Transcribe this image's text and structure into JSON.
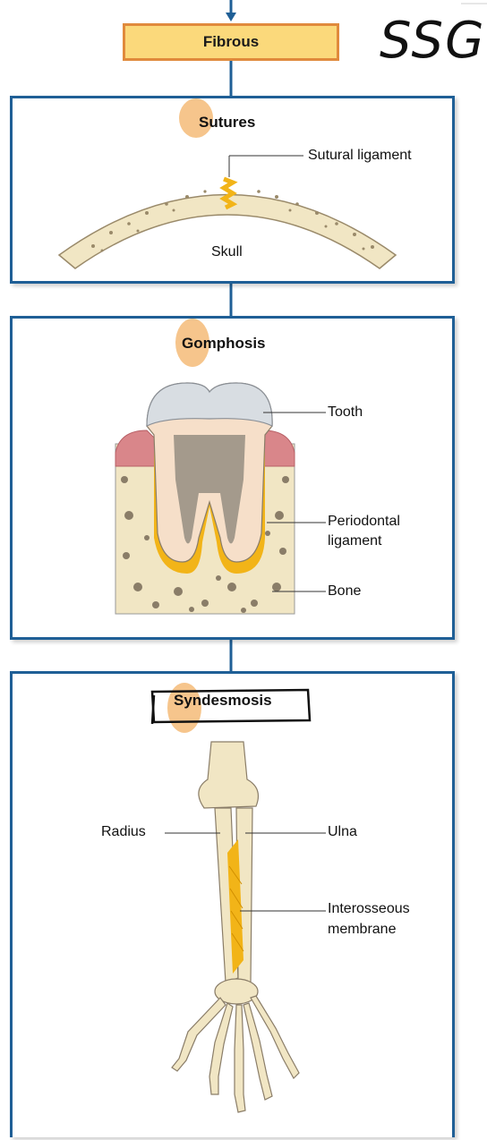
{
  "header": {
    "label": "Fibrous"
  },
  "handwriting": "SSG",
  "sutures": {
    "title": "Sutures",
    "ligament_label": "Sutural ligament",
    "bone_label": "Skull"
  },
  "gomphosis": {
    "title": "Gomphosis",
    "tooth_label": "Tooth",
    "periodontal_label_line1": "Periodontal",
    "periodontal_label_line2": "ligament",
    "bone_label": "Bone"
  },
  "syndesmosis": {
    "title": "Syndesmosis",
    "radius_label": "Radius",
    "ulna_label": "Ulna",
    "membrane_label_line1": "Interosseous",
    "membrane_label_line2": "membrane"
  },
  "colors": {
    "panel_border": "#1f5f96",
    "header_fill": "#fbd97b",
    "header_border": "#e08a3c",
    "bone": "#f1e6c4",
    "ligament": "#f2b418",
    "highlight": "#f6c58c"
  }
}
